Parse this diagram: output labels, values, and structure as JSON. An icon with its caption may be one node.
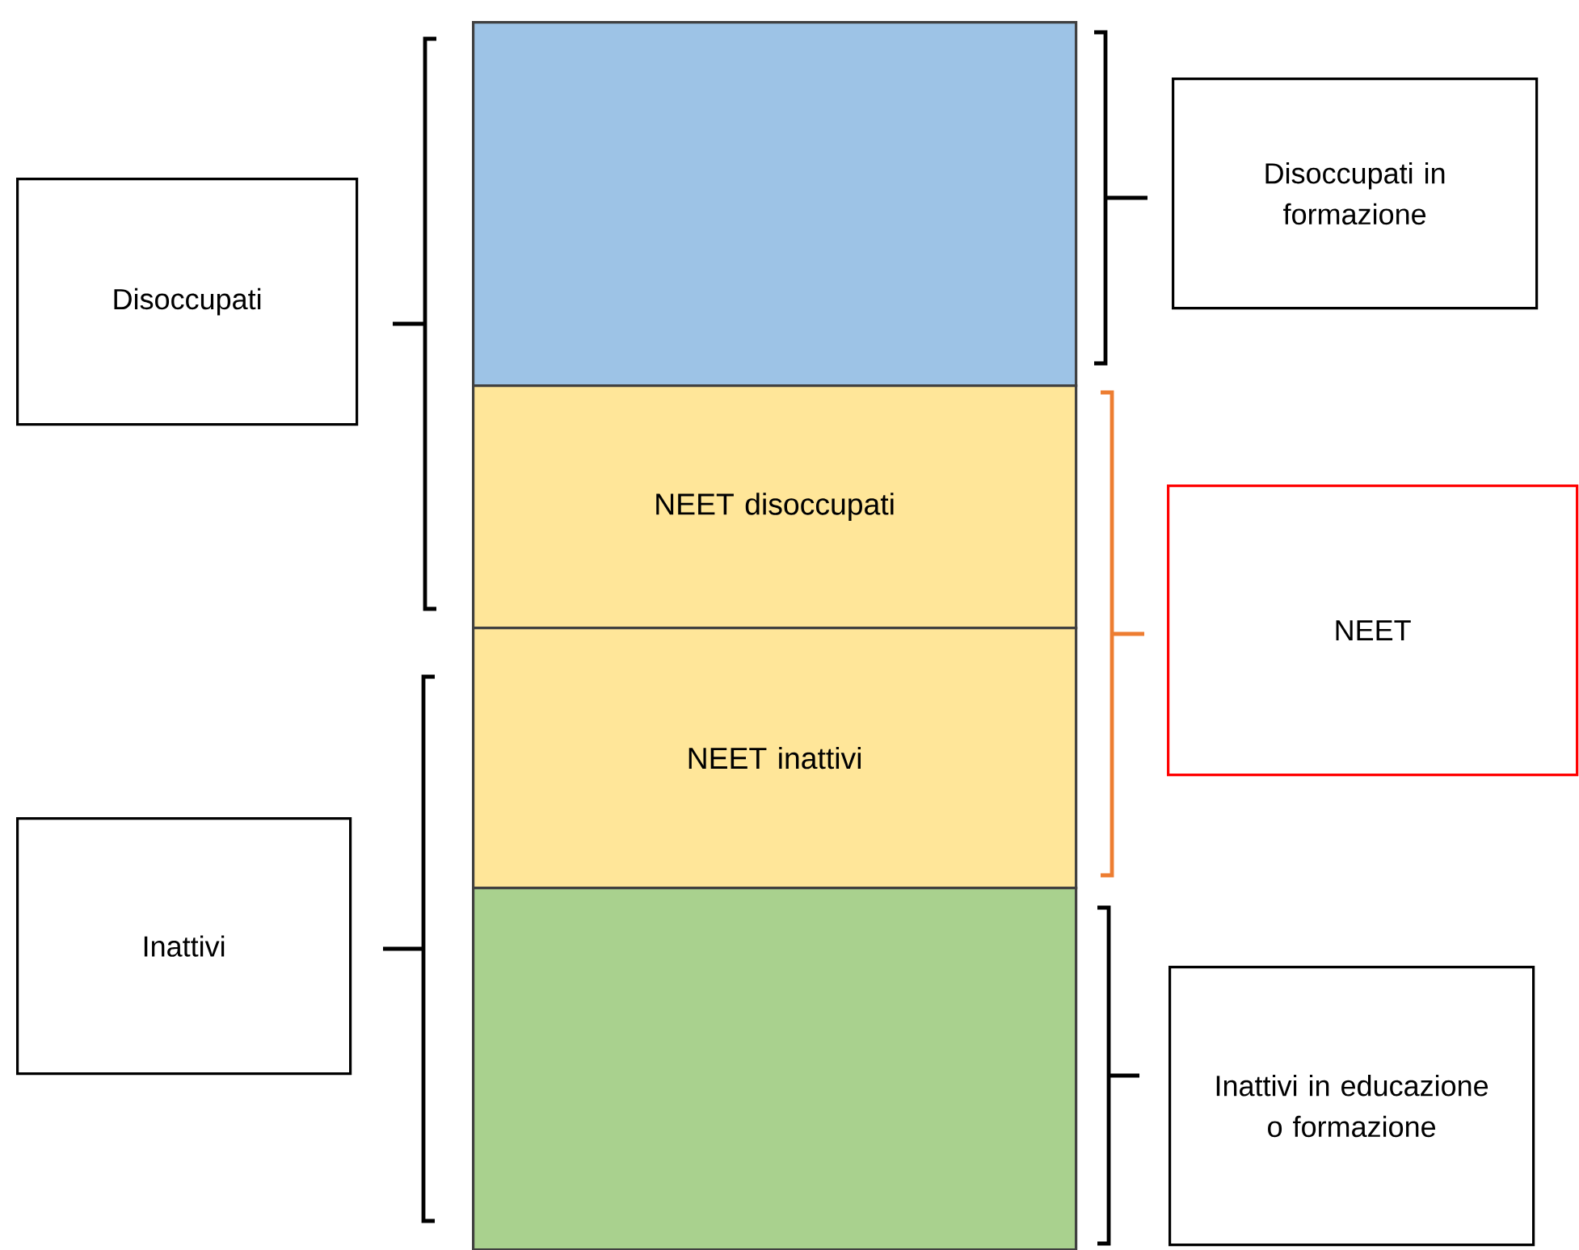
{
  "diagram": {
    "nodes": [
      {
        "text": [],
        "shape": "box"
      },
      {
        "text": [
          "Disoccupati in formazione"
        ]
      },
      {
        "text": [
          "Disoccupati"
        ]
      },
      {
        "text": [
          "NEET disoccupati"
        ]
      },
      {
        "text": [
          "NEET"
        ]
      },
      {
        "text": [
          "NEET inattivi"
        ]
      },
      {
        "text": [
          "Inattivi"
        ]
      },
      {
        "text": [],
        "shape": "box"
      },
      {
        "text": [
          "Inattivi in educazione o formazione"
        ]
      }
    ]
  }
}
